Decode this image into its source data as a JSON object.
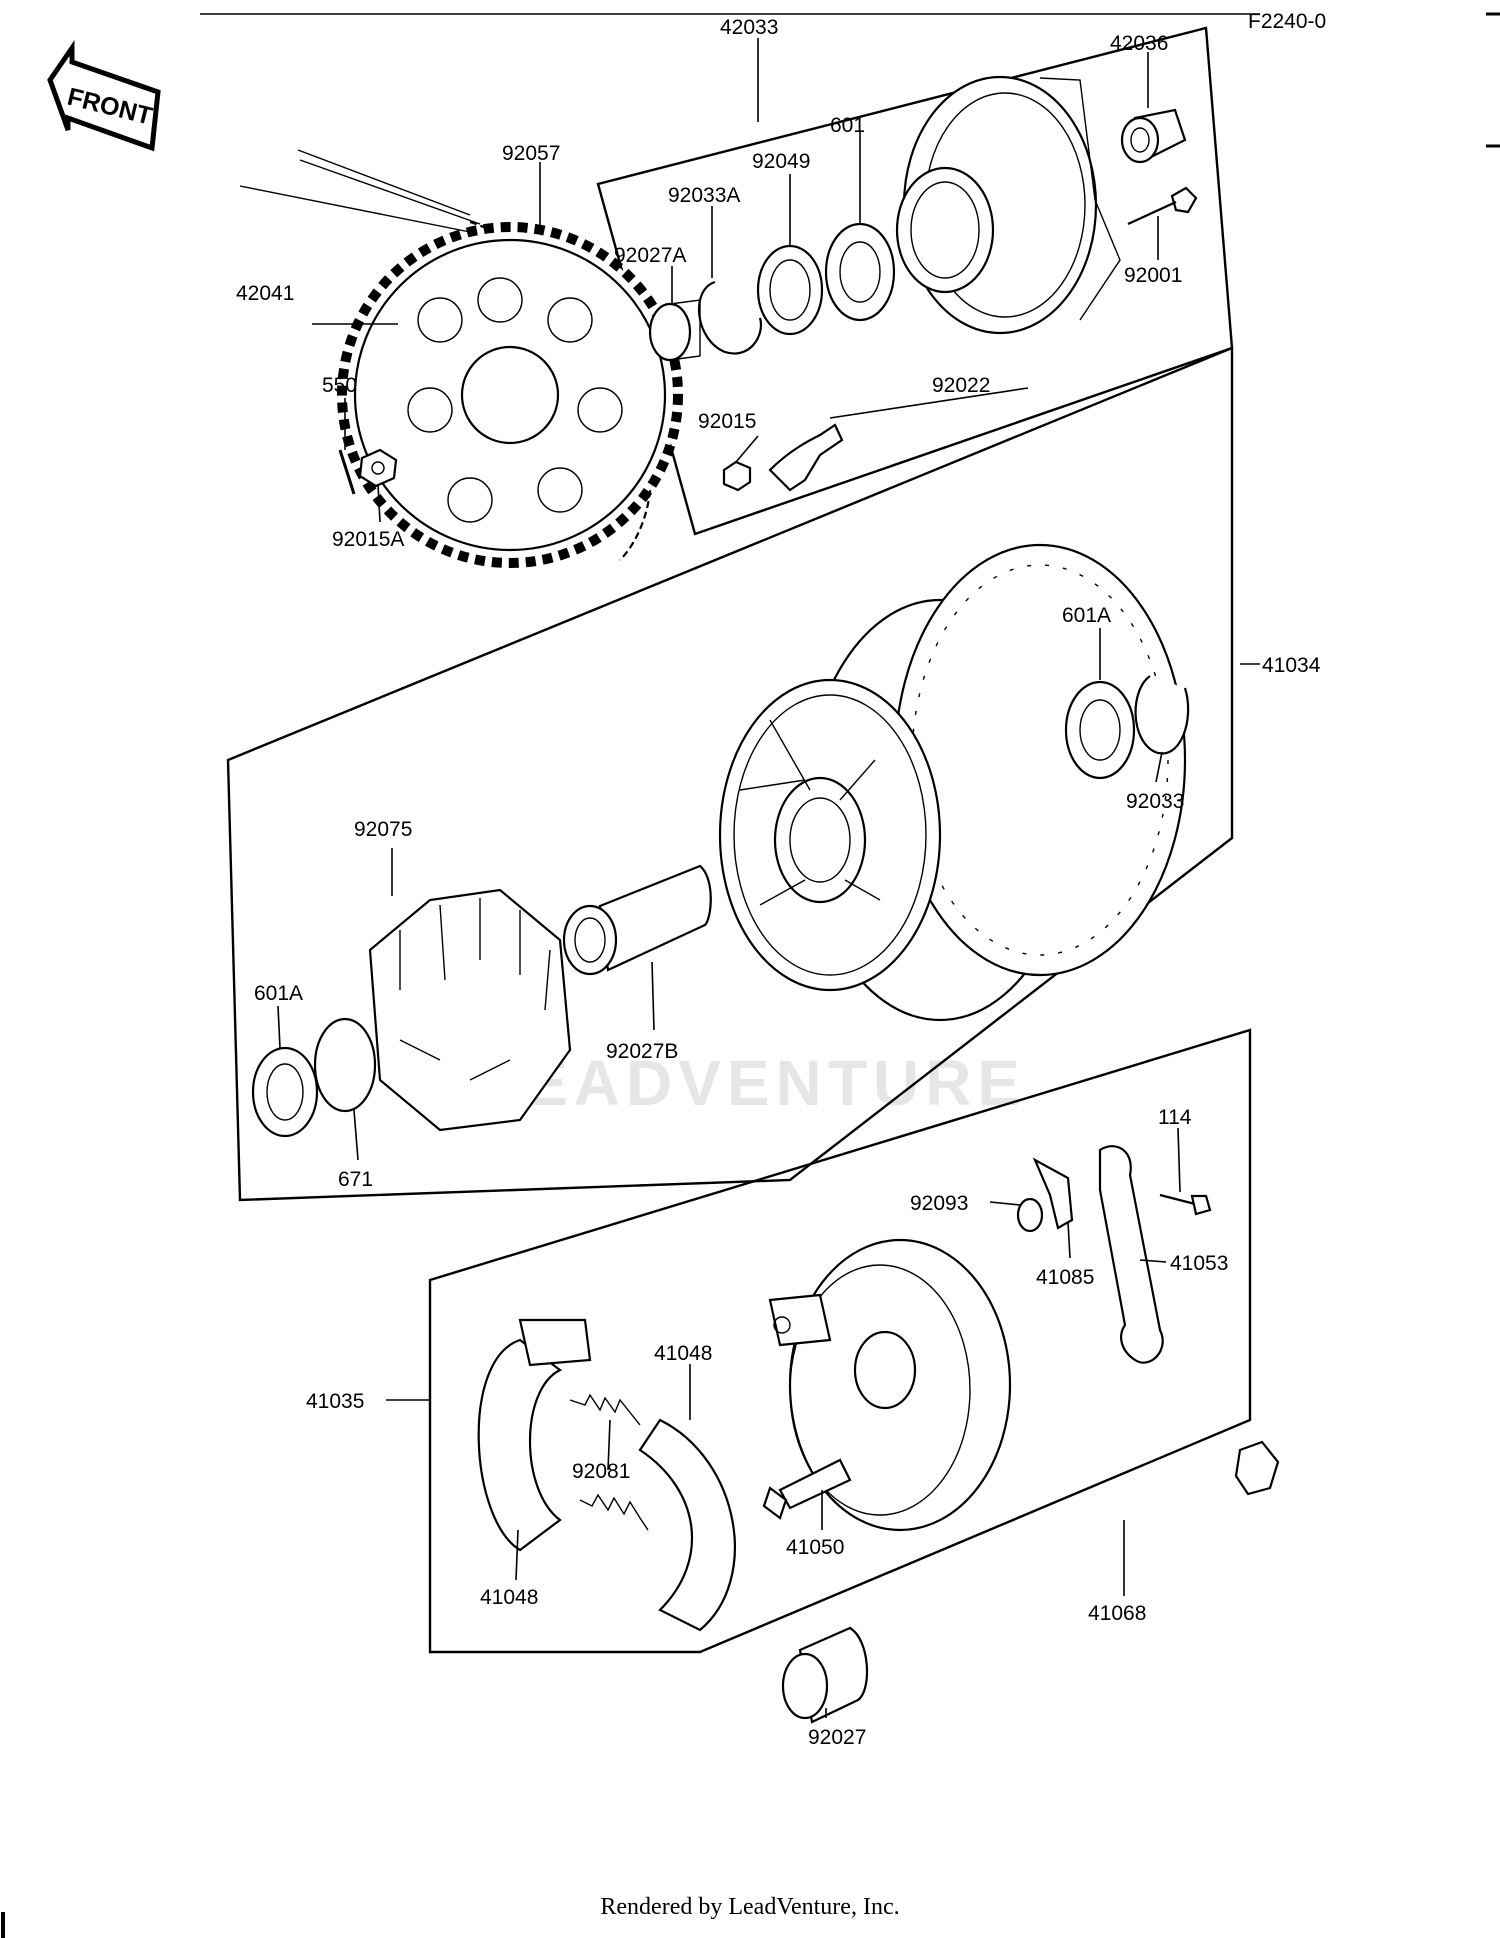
{
  "figure_code": "F2240-0",
  "front_arrow": "FRONT",
  "watermark": "LEADVENTURE",
  "footer": "Rendered by LeadVenture, Inc.",
  "labels": {
    "p42033": "42033",
    "p42036": "42036",
    "p92057": "92057",
    "p601": "601",
    "p92049": "92049",
    "p92033A": "92033A",
    "p92027A": "92027A",
    "p92001": "92001",
    "p42041": "42041",
    "p550": "550",
    "p92022": "92022",
    "p92015": "92015",
    "p92015A": "92015A",
    "p601A_top": "601A",
    "p41034": "41034",
    "p92033": "92033",
    "p92075": "92075",
    "p601A_left": "601A",
    "p92027B": "92027B",
    "p671": "671",
    "p114": "114",
    "p92093": "92093",
    "p41085": "41085",
    "p41053": "41053",
    "p41048_top": "41048",
    "p41035": "41035",
    "p92081": "92081",
    "p41050": "41050",
    "p41048_bottom": "41048",
    "p41068": "41068",
    "p92027": "92027"
  }
}
